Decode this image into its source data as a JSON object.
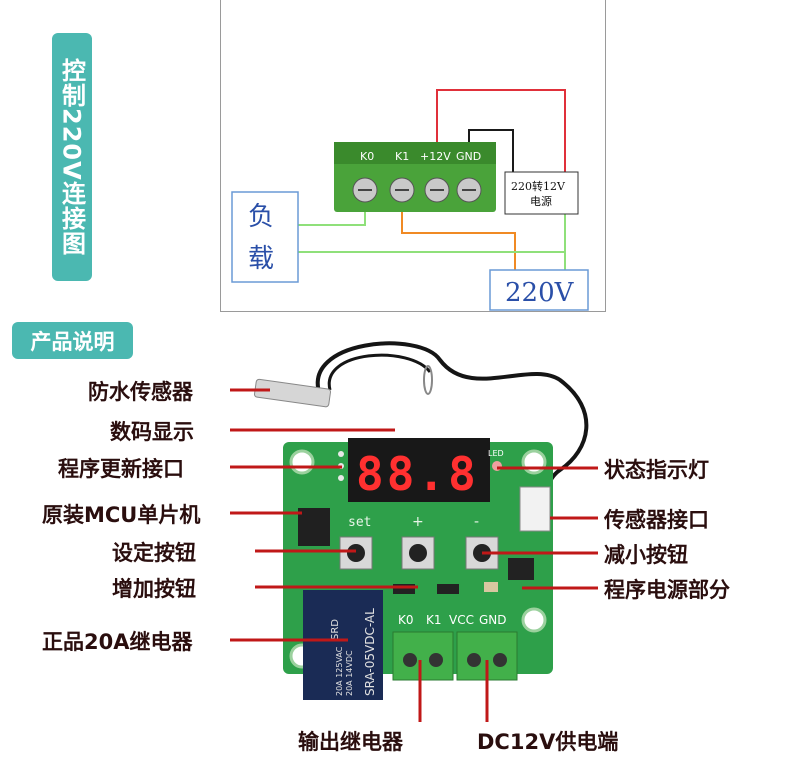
{
  "wiring": {
    "side_title": "控制220V连接图",
    "terminal_labels": [
      "K0",
      "K1",
      "+12V",
      "GND"
    ],
    "load_label_1": "负",
    "load_label_2": "载",
    "psu_label_1": "220转12V",
    "psu_label_2": "电源",
    "mains_label": "220V",
    "wire_colors": {
      "red": "#e0303a",
      "black": "#1a1a1a",
      "orange": "#f08a24",
      "green": "#8fe07a"
    }
  },
  "product": {
    "section_title": "产品说明",
    "display_digits": "88.8",
    "labels": {
      "waterproof_sensor": "防水传感器",
      "digital_display": "数码显示",
      "program_update_port": "程序更新接口",
      "mcu": "原装MCU单片机",
      "set_button": "设定按钮",
      "increase_button": "增加按钮",
      "relay": "正品20A继电器",
      "output_relay": "输出继电器",
      "dc_supply": "DC12V供电端",
      "status_indicator": "状态指示灯",
      "sensor_port": "传感器接口",
      "decrease_button": "减小按钮",
      "program_power": "程序电源部分"
    },
    "silkscreen": {
      "set": "set",
      "plus": "+",
      "minus": "-",
      "led": "LED",
      "terminals": [
        "K0",
        "K1",
        "VCC",
        "GND"
      ],
      "relay_text": [
        "SRA-05VDC-AL",
        "20A 14VDC",
        "20A 125VAC",
        "SRD"
      ]
    },
    "colors": {
      "accent": "#4bb8b1",
      "pcb": "#2ea04a",
      "pointer": "#c01818",
      "label_text": "#2a0e0e"
    }
  }
}
